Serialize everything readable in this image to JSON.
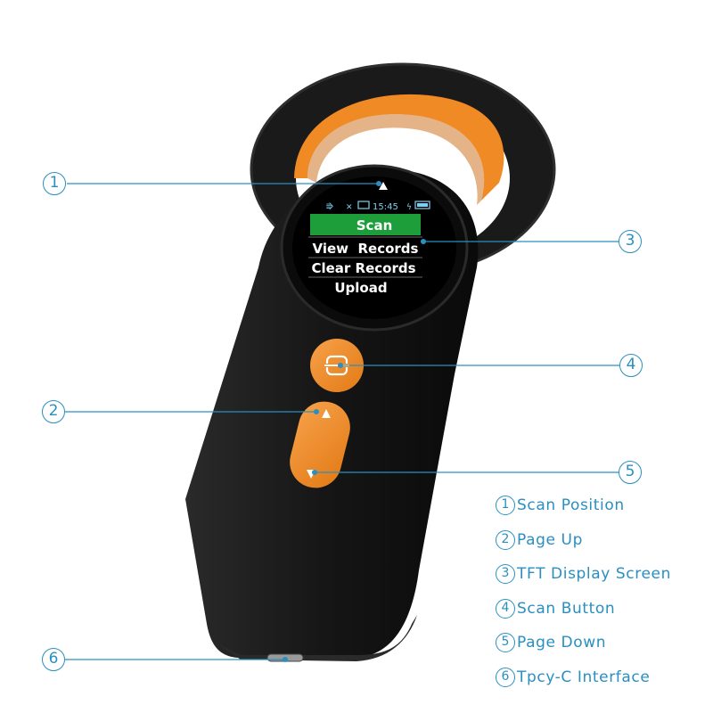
{
  "screen": {
    "status_time": "15:45",
    "menu": [
      "Scan",
      "View  Records",
      "Clear Records",
      "Upload"
    ]
  },
  "callouts": [
    "1",
    "2",
    "3",
    "4",
    "5",
    "6"
  ],
  "legend": [
    {
      "num": "1",
      "label": "Scan Position"
    },
    {
      "num": "2",
      "label": "Page Up"
    },
    {
      "num": "3",
      "label": "TFT Display Screen"
    },
    {
      "num": "4",
      "label": "Scan Button"
    },
    {
      "num": "5",
      "label": "Page Down"
    },
    {
      "num": "6",
      "label": "Tpcy-C Interface"
    }
  ],
  "colors": {
    "accent": "#2a8fc0",
    "device_orange": "#f08a24",
    "device_body": "#141414",
    "menu_highlight": "#1e9e3a"
  }
}
